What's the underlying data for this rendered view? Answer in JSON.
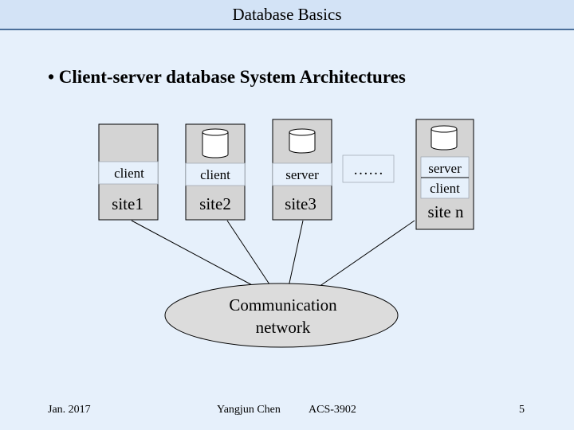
{
  "header": {
    "title": "Database Basics"
  },
  "slide": {
    "subtitle": "• Client-server database System Architectures"
  },
  "diagram": {
    "sites": [
      {
        "id": "site1",
        "site_label": "site1",
        "roles": [
          "client"
        ],
        "has_database": false
      },
      {
        "id": "site2",
        "site_label": "site2",
        "roles": [
          "client"
        ],
        "has_database": true
      },
      {
        "id": "site3",
        "site_label": "site3",
        "roles": [
          "server"
        ],
        "has_database": true
      },
      {
        "id": "siten",
        "site_label": "site n",
        "roles": [
          "server",
          "client"
        ],
        "has_database": true
      }
    ],
    "ellipsis": "……",
    "network": {
      "label_line1": "Communication",
      "label_line2": "network"
    },
    "colors": {
      "site_fill": "#d4d4d4",
      "network_fill": "#dcdcdc",
      "outline": "#000000",
      "slide_background": "#e6f0fb",
      "header_background": "#d3e3f6"
    }
  },
  "footer": {
    "date": "Jan. 2017",
    "author": "Yangjun Chen",
    "course": "ACS-3902",
    "page": "5"
  }
}
